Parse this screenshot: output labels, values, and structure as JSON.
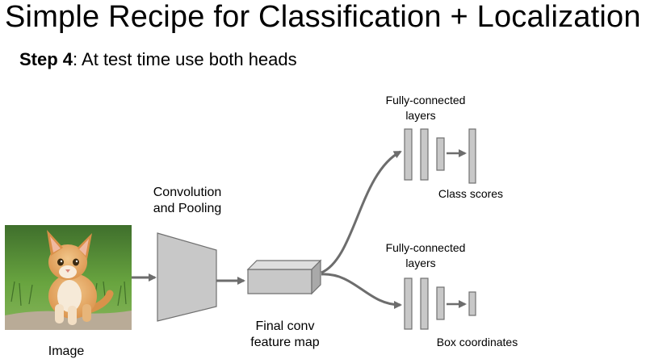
{
  "slide": {
    "title": "Simple Recipe for Classification + Localization",
    "step_label": "Step 4",
    "step_text": ": At test time use both heads"
  },
  "diagram": {
    "image_label": "Image",
    "conv_label_line1": "Convolution",
    "conv_label_line2": "and Pooling",
    "feature_map_line1": "Final conv",
    "feature_map_line2": "feature map",
    "fc_top_line1": "Fully-connected",
    "fc_top_line2": "layers",
    "class_scores": "Class scores",
    "fc_bottom_line1": "Fully-connected",
    "fc_bottom_line2": "layers",
    "box_coordinates": "Box coordinates"
  },
  "colors": {
    "block_fill": "#c8c8c8",
    "block_stroke": "#707070",
    "arrow": "#6d6d6d",
    "grass": "#5f9a3a",
    "kitten": "#e5a865"
  }
}
